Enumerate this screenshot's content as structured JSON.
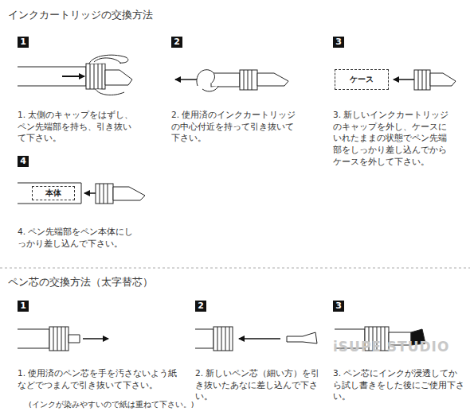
{
  "diagram": {
    "title": "インクカートリッジの交換方法",
    "nodes": [
      {
        "text": [
          "ケース"
        ]
      },
      {
        "text": [
          "本体"
        ]
      }
    ],
    "labels": [
      "1",
      "2",
      "3",
      "1. 太側のキャップをはずし、ペン先端部を持ち、引き抜いて下さい。",
      "2. 使用済のインクカートリッジの中心付近を持って引き抜いて下さい。",
      "3. 新しいインクカートリッジのキャップを外し、ケースにいれたままの状態でペン先端部をしっかり差し込んでからケースを外して下さい。",
      "4",
      "4. ペン先端部をペン本体にしっかり差し込んで下さい。",
      "ペン芯の交換方法（太字替芯）",
      "1",
      "2",
      "3",
      "1. 使用済のペン芯を手を汚さないよう紙などでつまんで引き抜いて下さい。",
      "2. 新しいペン芯（細い方）を引き抜いたあなに差し込んで下さい。",
      "3. ペン芯にインクが浸透してから試し書きをした後にご使用下さい。",
      "(インクが染みやすいので紙は重ねて下さい。)",
      "iSUPE STUDIO"
    ]
  }
}
